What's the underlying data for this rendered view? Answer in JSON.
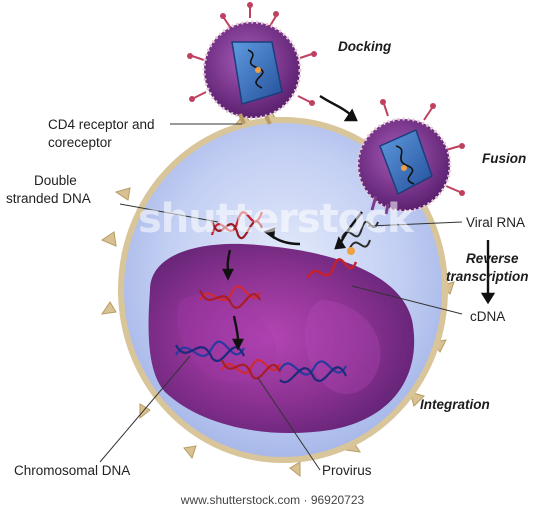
{
  "labels": {
    "docking": "Docking",
    "cd4_line1": "CD4 receptor and",
    "cd4_line2": "coreceptor",
    "fusion": "Fusion",
    "double_line1": "Double",
    "double_line2": "stranded DNA",
    "viral_rna": "Viral RNA",
    "reverse_line1": "Reverse",
    "reverse_line2": "transcription",
    "cdna": "cDNA",
    "integration": "Integration",
    "chromosomal_dna": "Chromosomal DNA",
    "provirus": "Provirus"
  },
  "watermark": {
    "text": "shutterstock",
    "footer": "www.shutterstock.com · 96920723"
  },
  "colors": {
    "virus_envelope": "#7a3c8c",
    "virus_capsid": "#3a6fb5",
    "cell_cytoplasm": "#bcc9f2",
    "cell_membrane": "#d9c59a",
    "nucleus": "#8a2a8a",
    "rna_strand": "#333333",
    "cdna_strand": "#c8202a",
    "chromosomal_strand": "#2a3aa0"
  }
}
